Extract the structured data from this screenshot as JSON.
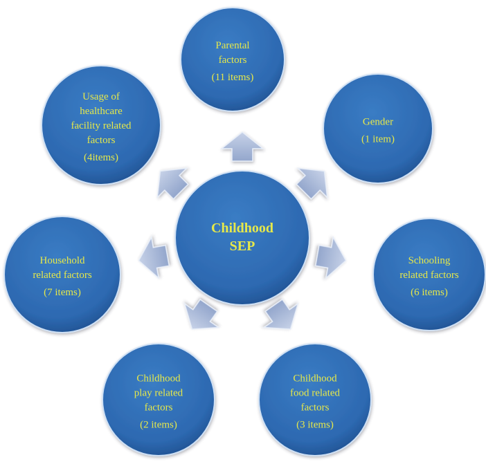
{
  "center": {
    "lines": [
      "Childhood",
      "SEP"
    ]
  },
  "nodes": [
    {
      "id": "parental",
      "lines": [
        "Parental",
        "factors",
        "(11 items)"
      ]
    },
    {
      "id": "gender",
      "lines": [
        "Gender",
        "(1 item)"
      ]
    },
    {
      "id": "schooling",
      "lines": [
        "Schooling",
        "related factors",
        "(6 items)"
      ]
    },
    {
      "id": "food",
      "lines": [
        "Childhood",
        "food related",
        "factors",
        "(3 items)"
      ]
    },
    {
      "id": "play",
      "lines": [
        "Childhood",
        "play related",
        "factors",
        "(2 items)"
      ]
    },
    {
      "id": "household",
      "lines": [
        "Household",
        "related factors",
        "(7 items)"
      ]
    },
    {
      "id": "healthcare",
      "lines": [
        "Usage of",
        "healthcare",
        "facility related",
        "factors",
        "(4items)"
      ]
    }
  ],
  "colors": {
    "circle": "#2f6db5",
    "text": "#e6e84a",
    "arrow": "#a9b8d6"
  }
}
